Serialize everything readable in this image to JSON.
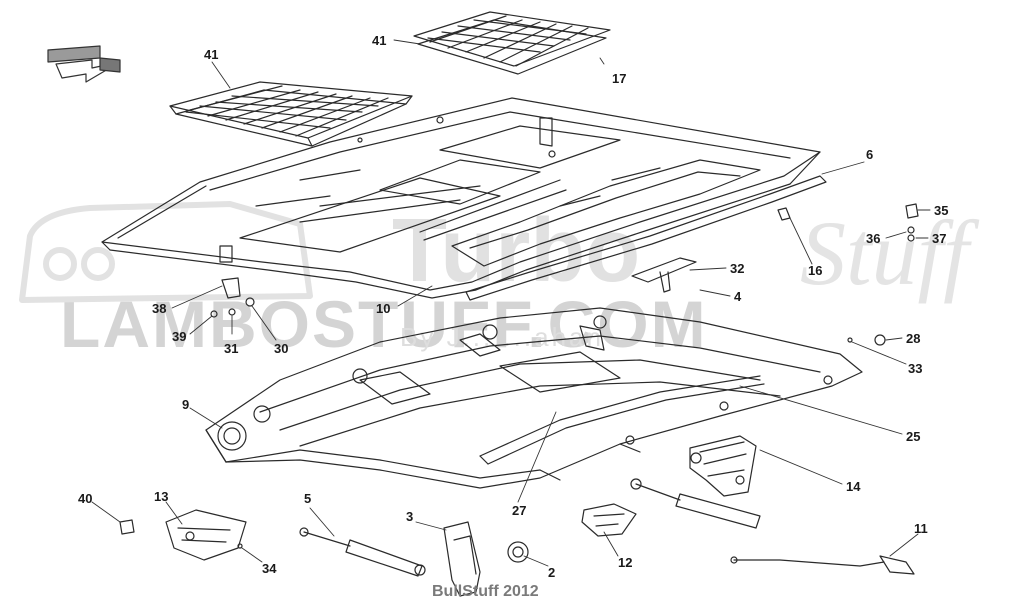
{
  "watermark": {
    "brand": "LAMBOSTUFF.COM",
    "turbo": "Turbo",
    "stuff": "Stuff",
    "by": "By J... ...ahan"
  },
  "footer": "BullStuff 2012",
  "callouts": [
    {
      "id": "c41a",
      "text": "41"
    },
    {
      "id": "c41b",
      "text": "41"
    },
    {
      "id": "c17",
      "text": "17"
    },
    {
      "id": "c6",
      "text": "6"
    },
    {
      "id": "c35",
      "text": "35"
    },
    {
      "id": "c36",
      "text": "36"
    },
    {
      "id": "c37",
      "text": "37"
    },
    {
      "id": "c16",
      "text": "16"
    },
    {
      "id": "c32",
      "text": "32"
    },
    {
      "id": "c4",
      "text": "4"
    },
    {
      "id": "c38",
      "text": "38"
    },
    {
      "id": "c39",
      "text": "39"
    },
    {
      "id": "c31",
      "text": "31"
    },
    {
      "id": "c30",
      "text": "30"
    },
    {
      "id": "c10",
      "text": "10"
    },
    {
      "id": "c28",
      "text": "28"
    },
    {
      "id": "c33",
      "text": "33"
    },
    {
      "id": "c9",
      "text": "9"
    },
    {
      "id": "c25",
      "text": "25"
    },
    {
      "id": "c14",
      "text": "14"
    },
    {
      "id": "c27",
      "text": "27"
    },
    {
      "id": "c40",
      "text": "40"
    },
    {
      "id": "c13",
      "text": "13"
    },
    {
      "id": "c5",
      "text": "5"
    },
    {
      "id": "c3",
      "text": "3"
    },
    {
      "id": "c11",
      "text": "11"
    },
    {
      "id": "c12",
      "text": "12"
    },
    {
      "id": "c2",
      "text": "2"
    },
    {
      "id": "c34",
      "text": "34"
    }
  ]
}
